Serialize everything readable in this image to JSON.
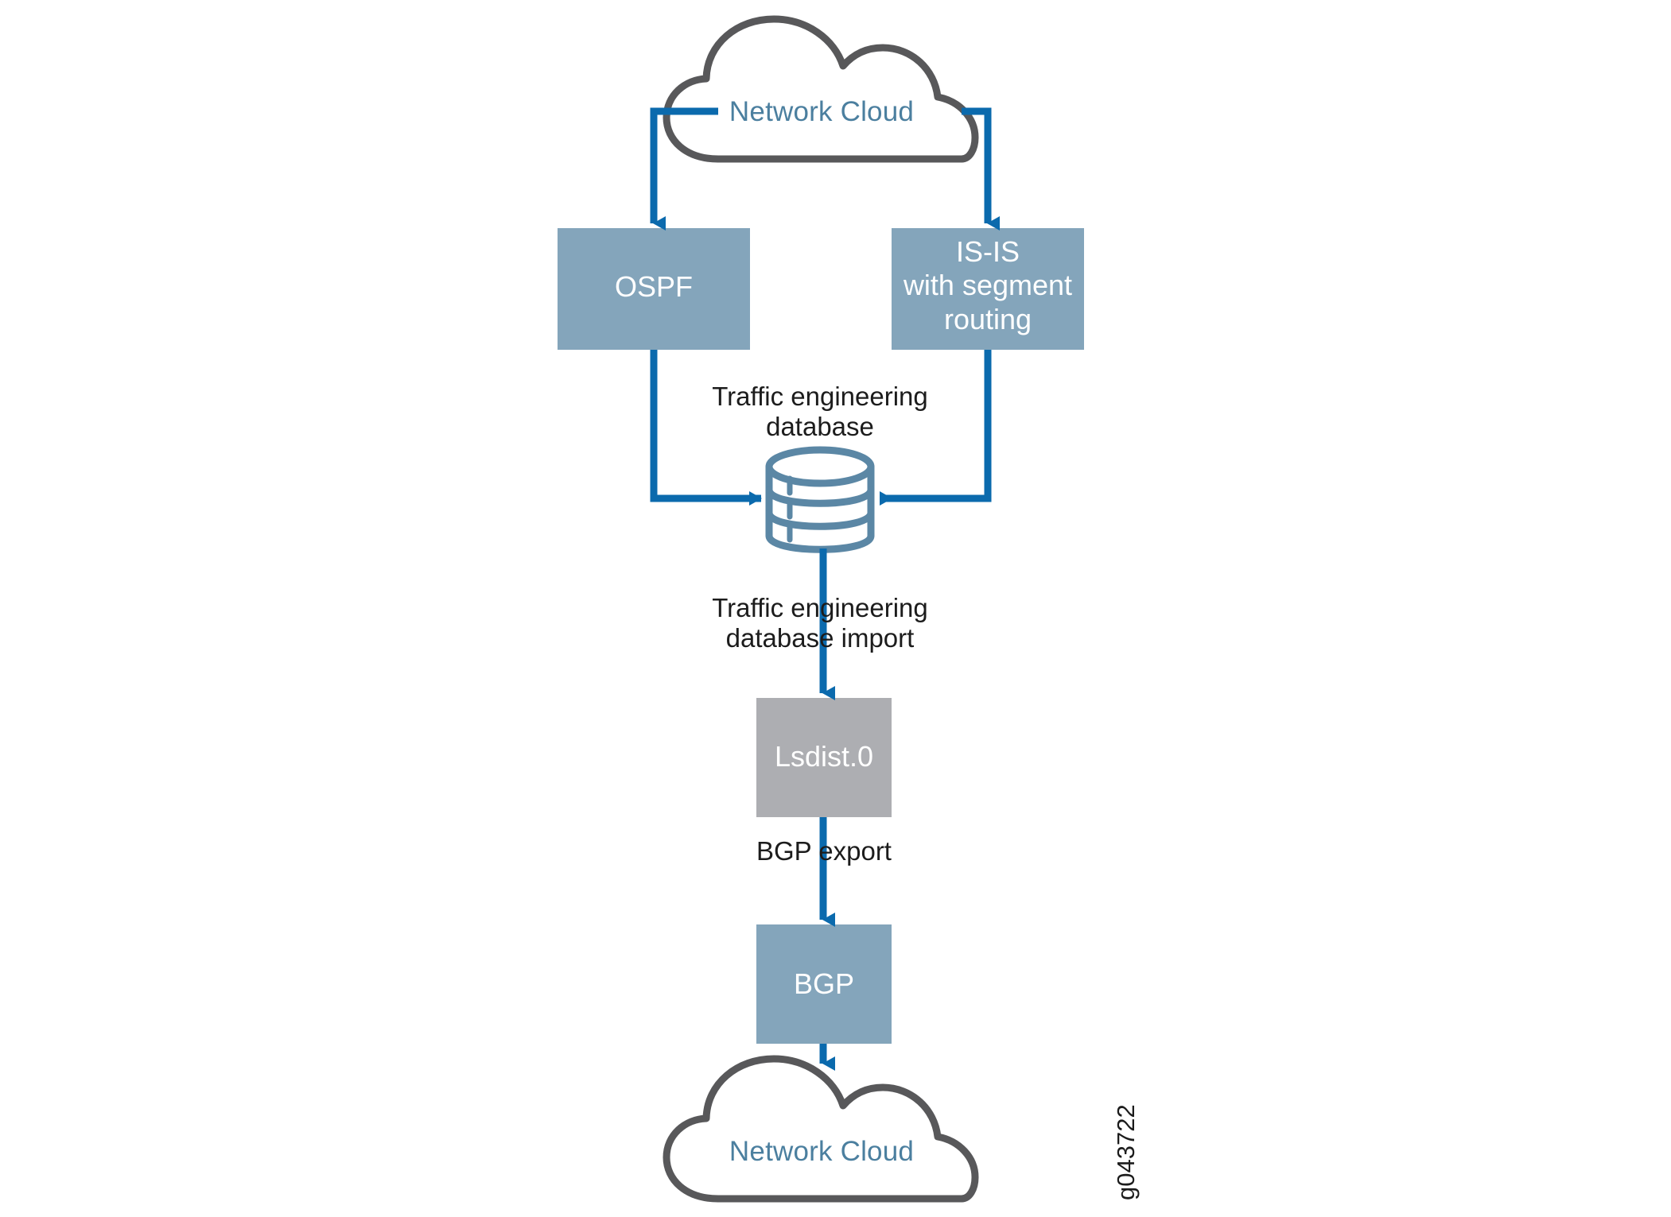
{
  "diagram": {
    "title": "Traffic engineering database distribution flow",
    "figure_id": "g043722",
    "colors": {
      "arrow_blue": "#0b6aad",
      "box_blue": "#84a5bb",
      "box_gray": "#adaeb2",
      "cloud_stroke": "#58585a",
      "cloud_text": "#4b7f9f",
      "cylinder_stroke": "#5b87a5",
      "label_text": "#1c1c1c",
      "box_text": "#ffffff",
      "background": "#ffffff"
    },
    "nodes": {
      "cloud_top": {
        "label": "Network Cloud",
        "shape": "cloud"
      },
      "ospf": {
        "label": "OSPF",
        "shape": "rectangle",
        "fill": "#84a5bb"
      },
      "isis": {
        "label": "IS-IS\nwith segment\nrouting",
        "shape": "rectangle",
        "fill": "#84a5bb"
      },
      "ted": {
        "label": "Traffic engineering\ndatabase",
        "shape": "cylinder"
      },
      "lsdist": {
        "label": "Lsdist.0",
        "shape": "rectangle",
        "fill": "#adaeb2"
      },
      "bgp": {
        "label": "BGP",
        "shape": "rectangle",
        "fill": "#84a5bb"
      },
      "cloud_bottom": {
        "label": "Network Cloud",
        "shape": "cloud"
      }
    },
    "edges": {
      "cloud_to_ospf": {
        "label": ""
      },
      "cloud_to_isis": {
        "label": ""
      },
      "ospf_to_ted": {
        "label": ""
      },
      "isis_to_ted": {
        "label": ""
      },
      "ted_to_lsdist": {
        "label": "Traffic engineering\ndatabase import"
      },
      "lsdist_to_bgp": {
        "label": "BGP export"
      },
      "bgp_to_cloud": {
        "label": ""
      }
    }
  }
}
